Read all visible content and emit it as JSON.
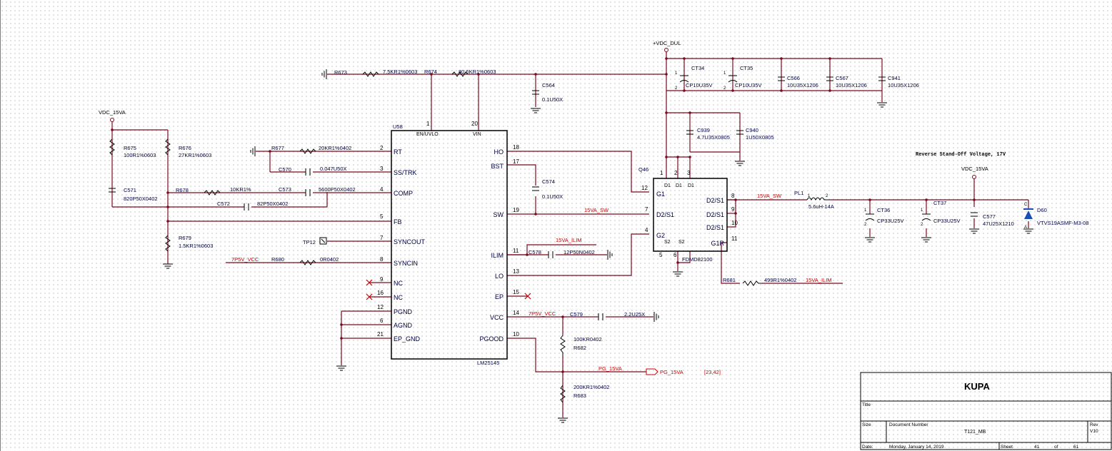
{
  "ic": {
    "ref": "U58",
    "part": "LM25145",
    "top_pins": [
      {
        "num": "1",
        "name": "EN/UVLO"
      },
      {
        "num": "20",
        "name": "VIN"
      }
    ],
    "left_pins": [
      {
        "num": "2",
        "name": "RT"
      },
      {
        "num": "3",
        "name": "SS/TRK"
      },
      {
        "num": "4",
        "name": "COMP"
      },
      {
        "num": "5",
        "name": "FB"
      },
      {
        "num": "7",
        "name": "SYNCOUT"
      },
      {
        "num": "8",
        "name": "SYNCIN"
      },
      {
        "num": "9",
        "name": "NC"
      },
      {
        "num": "16",
        "name": "NC"
      },
      {
        "num": "12",
        "name": "PGND"
      },
      {
        "num": "6",
        "name": "AGND"
      },
      {
        "num": "21",
        "name": "EP_GND"
      }
    ],
    "right_pins": [
      {
        "num": "18",
        "name": "HO"
      },
      {
        "num": "17",
        "name": "BST"
      },
      {
        "num": "19",
        "name": "SW"
      },
      {
        "num": "11",
        "name": "ILIM"
      },
      {
        "num": "13",
        "name": "LO"
      },
      {
        "num": "15",
        "name": "EP"
      },
      {
        "num": "14",
        "name": "VCC"
      },
      {
        "num": "10",
        "name": "PGOOD"
      }
    ]
  },
  "mosfet": {
    "ref": "Q46",
    "part": "FDMD82100",
    "top_pins": [
      "1",
      "2",
      "3"
    ],
    "top_labels": [
      "D1",
      "D1",
      "D1"
    ],
    "left_labels": [
      "G1",
      "D2/S1",
      "G2"
    ],
    "left_pins": [
      "12",
      "7",
      "4"
    ],
    "right_labels": [
      "D2/S1",
      "D2/S1",
      "D2/S1",
      "G1R"
    ],
    "right_pins": [
      "8",
      "9",
      "10",
      "11"
    ],
    "bottom_labels": [
      "S2",
      "S2"
    ],
    "bottom_pins": [
      "5",
      "6"
    ]
  },
  "power": {
    "vdc_dul": "+VDC_DUL",
    "vdc_15va_left": "VDC_15VA",
    "vdc_15va_right": "VDC_15VA"
  },
  "nets": {
    "sw": "15VA_SW",
    "sw2": "15VA_SW",
    "ilim": "15VA_ILIM",
    "ilim2": "15VA_ILIM",
    "vcc_in": "7P5V_VCC",
    "vcc_out": "7P5V_VCC",
    "pg": "PG_15VA",
    "pg_port": "PG_15VA",
    "pg_ref": "[23,42]"
  },
  "components": {
    "R673": {
      "ref": "R673",
      "value": "7.5KR1%0603"
    },
    "R674": {
      "ref": "R674",
      "value": "80.6KR1%0603"
    },
    "C564": {
      "ref": "C564",
      "value": "0.1U50X"
    },
    "R675": {
      "ref": "R675",
      "value": "100R1%0603"
    },
    "R676": {
      "ref": "R676",
      "value": "27KR1%0603"
    },
    "C571": {
      "ref": "C571",
      "value": "820P50X0402"
    },
    "R677": {
      "ref": "R677",
      "value": "20KR1%0402"
    },
    "C570": {
      "ref": "C570",
      "value": "0.047U50X"
    },
    "R678": {
      "ref": "R678",
      "value": "10KR1%"
    },
    "C573": {
      "ref": "C573",
      "value": "5600P50X0402"
    },
    "C572": {
      "ref": "C572",
      "value": "82P50X0402"
    },
    "R679": {
      "ref": "R679",
      "value": "1.5KR1%0603"
    },
    "TP12": {
      "ref": "TP12"
    },
    "R680": {
      "ref": "R680",
      "value": "0R0402"
    },
    "C574": {
      "ref": "C574",
      "value": "0.1U50X"
    },
    "C578": {
      "ref": "C578",
      "value": "12P50N0402"
    },
    "C579": {
      "ref": "C579",
      "value": "2.2U25X"
    },
    "R682": {
      "ref": "R682",
      "value": "100KR0402"
    },
    "R683": {
      "ref": "R683",
      "value": "200KR1%0402"
    },
    "R681": {
      "ref": "R681",
      "value": "499R1%0402"
    },
    "CT34": {
      "ref": "CT34",
      "value": "CP10U35V"
    },
    "CT35": {
      "ref": "CT35",
      "value": "CP10U35V"
    },
    "C566": {
      "ref": "C566",
      "value": "10U35X1206"
    },
    "C567": {
      "ref": "C567",
      "value": "10U35X1206"
    },
    "C941": {
      "ref": "C941",
      "value": "10U35X1206"
    },
    "C939": {
      "ref": "C939",
      "value": "4.7U35X0805"
    },
    "C940": {
      "ref": "C940",
      "value": "1U50X0805"
    },
    "PL1": {
      "ref": "PL1",
      "value": "5.6uH-14A"
    },
    "CT36": {
      "ref": "CT36",
      "value": "CP33U25V"
    },
    "CT37": {
      "ref": "CT37",
      "value": "CP33U25V"
    },
    "C577": {
      "ref": "C577",
      "value": "47U25X1210"
    },
    "D60": {
      "ref": "D60",
      "value": "VTVS19ASMF-M3-08"
    }
  },
  "note": "Reverse Stand-Off Voltage, 17V",
  "title_block": {
    "company": "KUPA",
    "title_label": "Title",
    "size_label": "Size",
    "docnum_label": "Document Number",
    "docnum": "T121_MB",
    "rev_label": "Rev",
    "rev": "V10",
    "date_label": "Date:",
    "date": "Monday, January 14, 2019",
    "sheet_label": "Sheet",
    "sheet": "41",
    "of_label": "of",
    "total": "61"
  }
}
